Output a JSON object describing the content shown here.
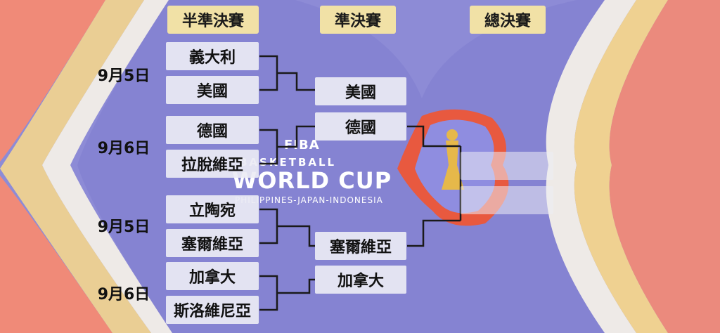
{
  "headers": {
    "round1": "半準決賽",
    "round2": "準決賽",
    "round3": "總決賽"
  },
  "dates": [
    "9月5日",
    "9月6日",
    "9月5日",
    "9月6日"
  ],
  "round1_teams": [
    "義大利",
    "美國",
    "德國",
    "拉脫維亞",
    "立陶宛",
    "塞爾維亞",
    "加拿大",
    "斯洛維尼亞"
  ],
  "round2_teams": [
    "美國",
    "德國",
    "塞爾維亞",
    "加拿大"
  ],
  "final_teams": [
    "",
    ""
  ],
  "logo": {
    "fiba": "FIBA",
    "line1": "BASKETBALL",
    "line2": "WORLD CUP",
    "line3": "PHILIPPINES-JAPAN-INDONESIA"
  },
  "colors": {
    "header_bg": "#f1e1a6",
    "team_bg": "#ececf4",
    "bracket_line": "#1a1a1a",
    "background": "#8d8bd6"
  }
}
